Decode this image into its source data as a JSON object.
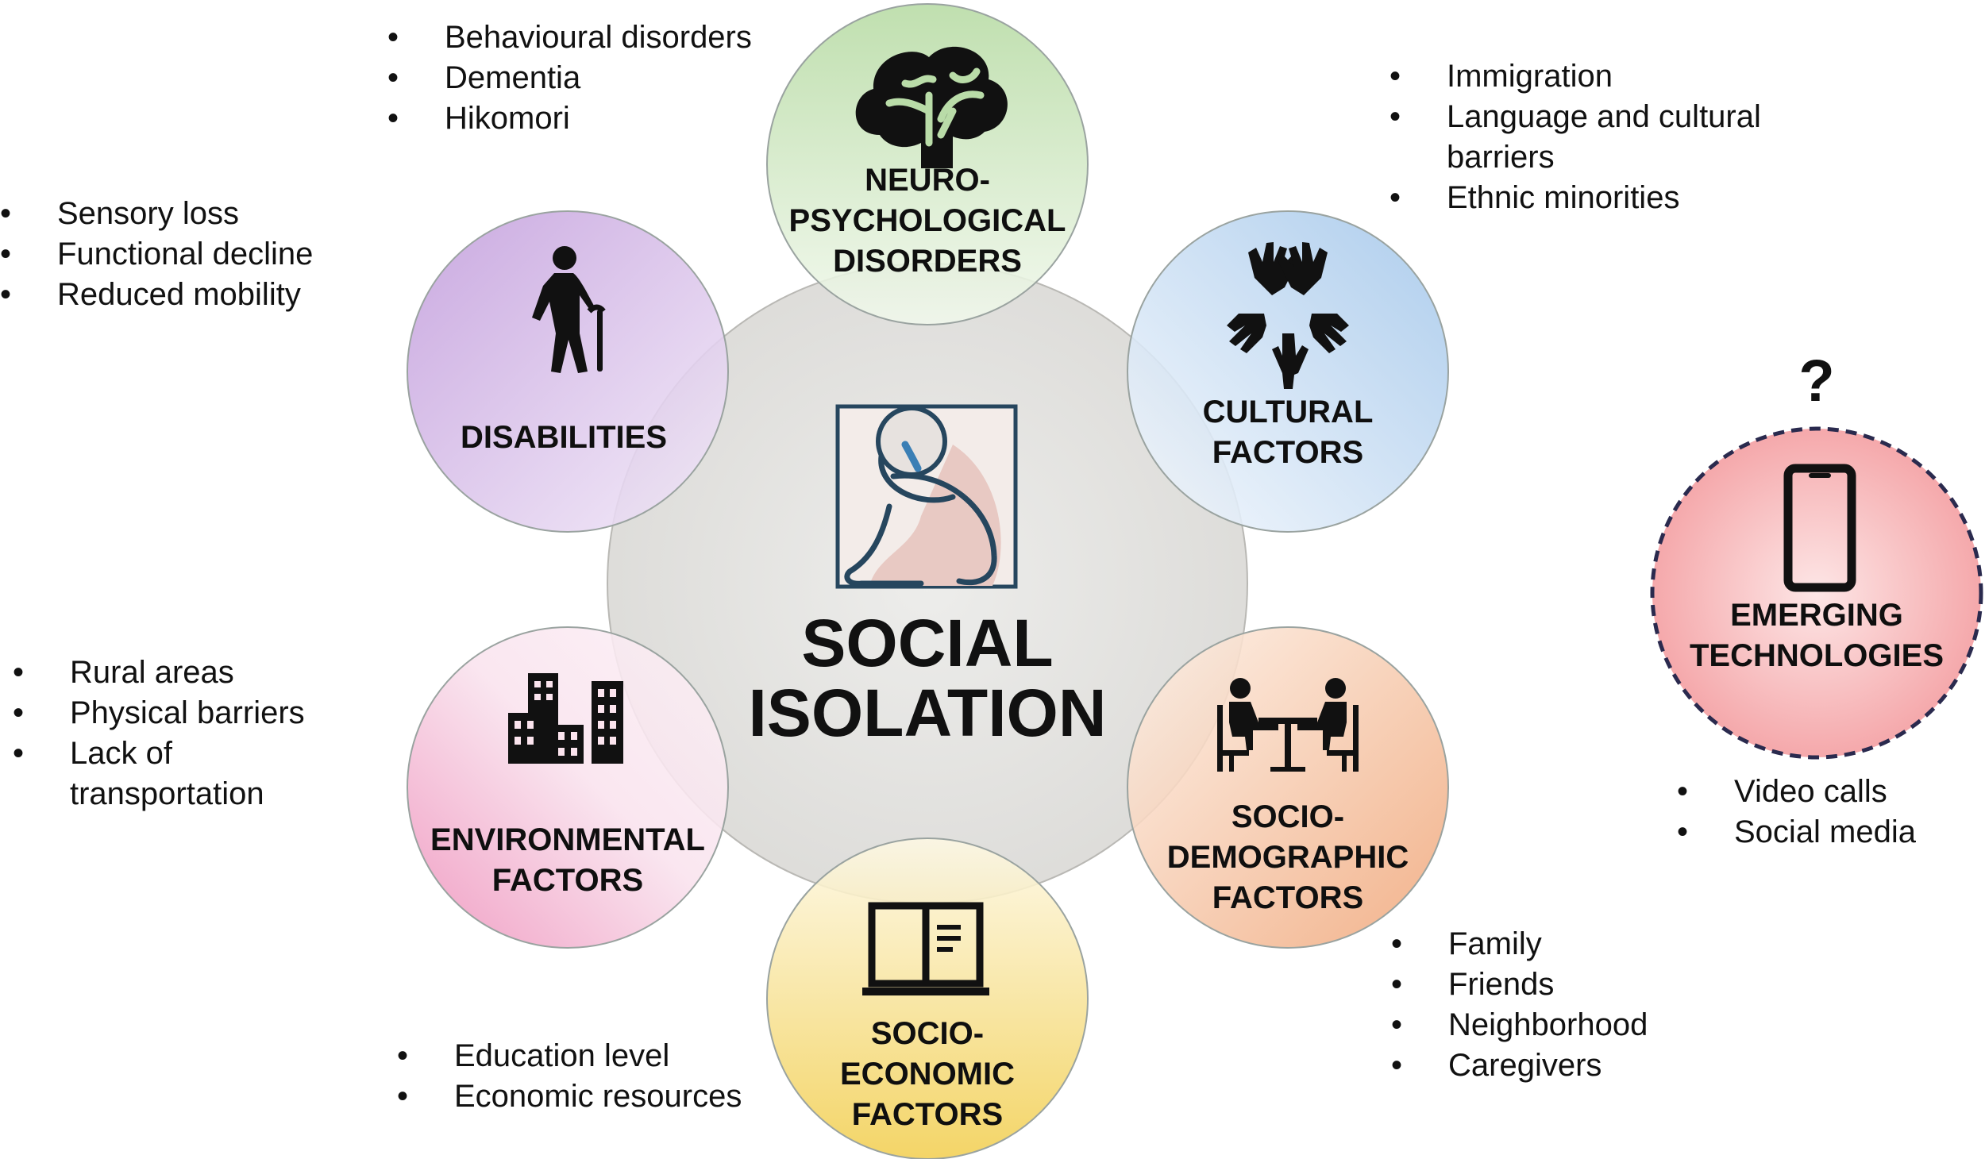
{
  "center": {
    "line1": "SOCIAL",
    "line2": "ISOLATION"
  },
  "factors": {
    "neuro": {
      "label_lines": [
        "NEURO-",
        "PSYCHOLOGICAL",
        "DISORDERS"
      ],
      "items": [
        "Behavioural disorders",
        "Dementia",
        "Hikomori"
      ],
      "icon": "brain-icon"
    },
    "cultural": {
      "label_lines": [
        "CULTURAL",
        "FACTORS"
      ],
      "items": [
        "Immigration",
        "Language and cultural",
        "barriers",
        "Ethnic minorities"
      ],
      "icon": "hands-icon"
    },
    "socio_demographic": {
      "label_lines": [
        "SOCIO-",
        "DEMOGRAPHIC",
        "FACTORS"
      ],
      "items": [
        "Family",
        "Friends",
        "Neighborhood",
        "Caregivers"
      ],
      "icon": "people-at-table-icon"
    },
    "socio_economic": {
      "label_lines": [
        "SOCIO-",
        "ECONOMIC",
        "FACTORS"
      ],
      "items": [
        "Education level",
        "Economic resources"
      ],
      "icon": "book-icon"
    },
    "environmental": {
      "label_lines": [
        "ENVIRONMENTAL",
        "FACTORS"
      ],
      "items": [
        "Rural areas",
        "Physical barriers",
        "Lack of",
        "transportation"
      ],
      "icon": "buildings-icon"
    },
    "disabilities": {
      "label_lines": [
        "DISABILITIES"
      ],
      "items": [
        "Sensory loss",
        "Functional decline",
        "Reduced mobility"
      ],
      "icon": "elderly-person-cane-icon"
    },
    "emerging": {
      "label_lines": [
        "EMERGING",
        "TECHNOLOGIES"
      ],
      "question": "?",
      "items": [
        "Video calls",
        "Social media"
      ],
      "icon": "smartphone-icon"
    }
  },
  "bullet_char": "•",
  "colors": {
    "neuro": "#b9dca8",
    "cultural": "#a9c9ea",
    "socio_demographic": "#f2b48c",
    "socio_economic": "#f3d35f",
    "environmental": "#f0a2c6",
    "disabilities": "#c9a6df",
    "emerging": "#f59a9d",
    "center": "#e4e3e0",
    "dashed_border": "#2a2a4e"
  }
}
